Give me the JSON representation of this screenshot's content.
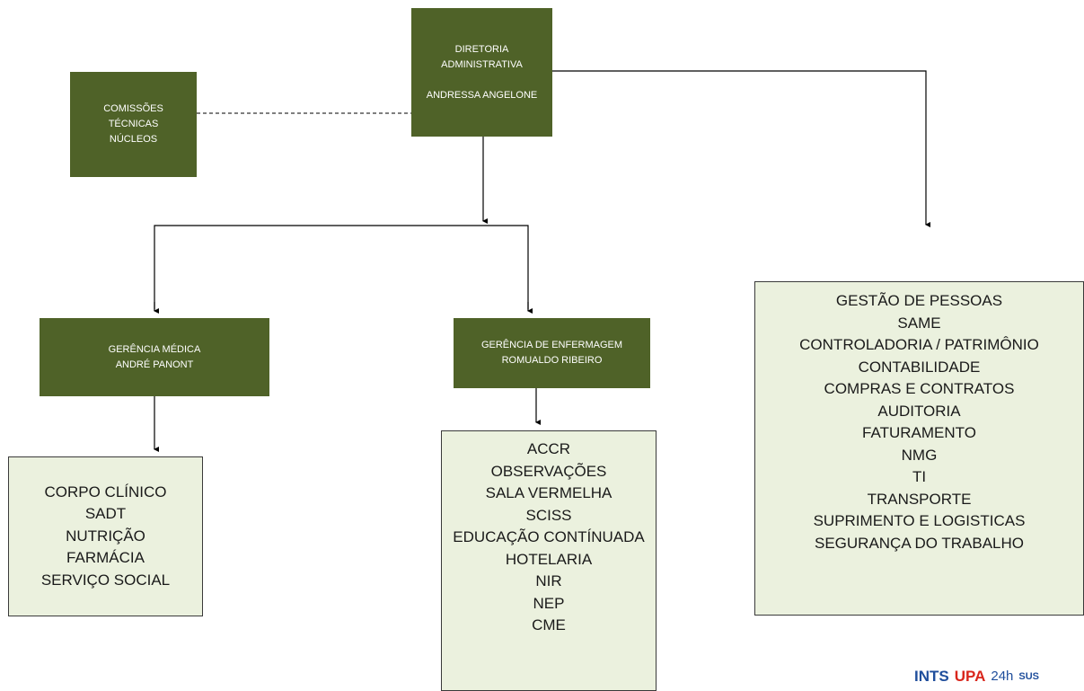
{
  "director": {
    "title_line1": "DIRETORIA",
    "title_line2": "ADMINISTRATIVA",
    "name": "ANDRESSA ANGELONE"
  },
  "commissions": {
    "line1": "COMISSÕES",
    "line2": "TÉCNICAS",
    "line3": "NÚCLEOS"
  },
  "medical_management": {
    "title": "GERÊNCIA MÉDICA",
    "name": "ANDRÉ PANONT"
  },
  "nursing_management": {
    "title": "GERÊNCIA DE ENFERMAGEM",
    "name": "ROMUALDO RIBEIRO"
  },
  "medical_units": [
    "CORPO CLÍNICO",
    "SADT",
    "NUTRIÇÃO",
    "FARMÁCIA",
    "SERVIÇO SOCIAL"
  ],
  "nursing_units": [
    "ACCR",
    "OBSERVAÇÕES",
    "SALA VERMELHA",
    "SCISS",
    "EDUCAÇÃO CONTÍNUADA",
    "HOTELARIA",
    "NIR",
    "NEP",
    "CME"
  ],
  "admin_units": [
    "GESTÃO DE PESSOAS",
    "SAME",
    "CONTROLADORIA / PATRIMÔNIO",
    "CONTABILIDADE",
    "COMPRAS E CONTRATOS",
    "AUDITORIA",
    "FATURAMENTO",
    "NMG",
    "TI",
    "TRANSPORTE",
    "SUPRIMENTO E LOGISTICAS",
    "SEGURANÇA DO TRABALHO"
  ],
  "footer_logo": {
    "brand1": "INTS",
    "brand2": "UPA",
    "brand3": "24h",
    "brand4": "SUS"
  },
  "colors": {
    "dark_green": "#4f6228",
    "light_green": "#ebf1de",
    "line": "#000000",
    "logo_blue": "#1f4e9c",
    "logo_red": "#d9261c",
    "logo_green": "#3a8a3a"
  }
}
